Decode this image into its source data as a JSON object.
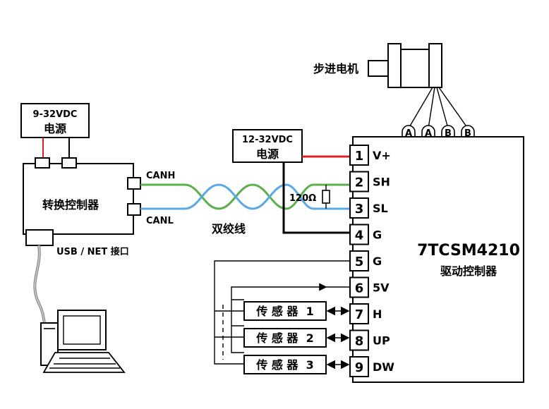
{
  "power_left": {
    "voltage": "9-32VDC",
    "label": "电源"
  },
  "power_mid": {
    "voltage": "12-32VDC",
    "label": "电源"
  },
  "converter": {
    "label": "转换控制器",
    "canh": "CANH",
    "canl": "CANL",
    "usb": "USB / NET 接口"
  },
  "twisted_pair_label": "双绞线",
  "resistor_label": "120Ω",
  "motor": {
    "label": "步进电机"
  },
  "motor_phases": [
    {
      "letter": "A",
      "sign": "+"
    },
    {
      "letter": "A",
      "sign": "−"
    },
    {
      "letter": "B",
      "sign": "+"
    },
    {
      "letter": "B",
      "sign": "−"
    }
  ],
  "driver": {
    "model": "7TCSM4210",
    "label": "驱动控制器"
  },
  "terminals": [
    {
      "num": "1",
      "label": "V+"
    },
    {
      "num": "2",
      "label": "SH"
    },
    {
      "num": "3",
      "label": "SL"
    },
    {
      "num": "4",
      "label": "G"
    },
    {
      "num": "5",
      "label": "G"
    },
    {
      "num": "6",
      "label": "5V"
    },
    {
      "num": "7",
      "label": "H"
    },
    {
      "num": "8",
      "label": "UP"
    },
    {
      "num": "9",
      "label": "DW"
    }
  ],
  "sensors": [
    {
      "label": "传 感 器  1"
    },
    {
      "label": "传 感 器  2"
    },
    {
      "label": "传 感 器  3"
    }
  ],
  "colors": {
    "red_wire": "#e02020",
    "green_wire": "#5ab04a",
    "blue_wire": "#5aa8e6",
    "cable_gray": "#8a8a8a"
  }
}
